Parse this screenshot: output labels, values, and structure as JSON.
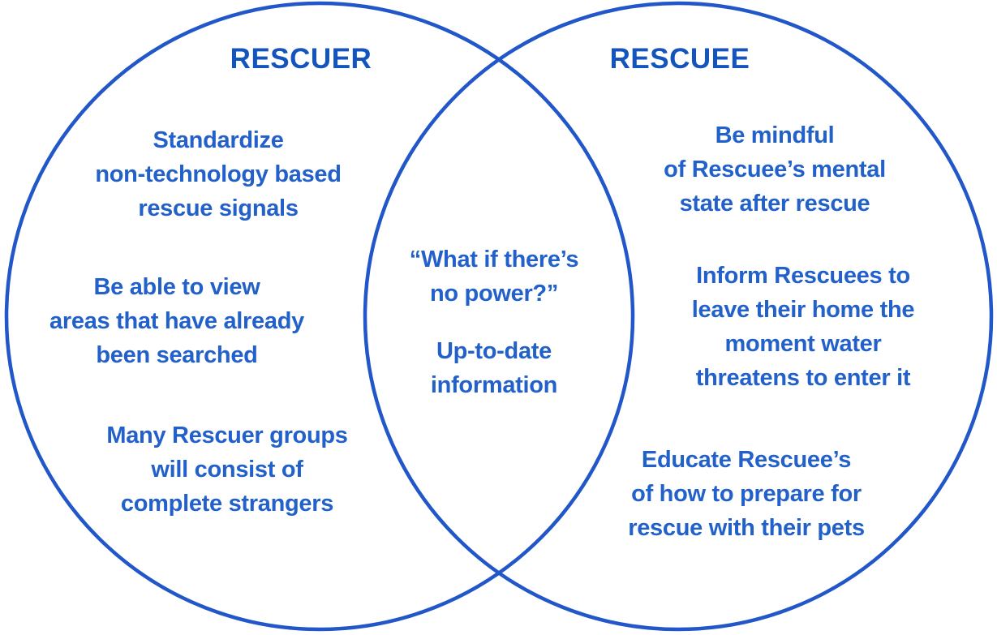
{
  "colors": {
    "background": "#ffffff",
    "stroke": "#2157c8",
    "title": "#1454bd",
    "body": "#2260ca"
  },
  "venn": {
    "left": {
      "title": "RESCUER",
      "items": [
        {
          "lines": [
            "Standardize",
            "non-technology based",
            "rescue signals"
          ]
        },
        {
          "lines": [
            "Be able to view",
            "areas that have already",
            "been searched"
          ]
        },
        {
          "lines": [
            "Many Rescuer groups",
            "will consist of",
            "complete strangers"
          ]
        }
      ]
    },
    "overlap": {
      "items": [
        {
          "lines": [
            "“What if there’s",
            "no power?”"
          ]
        },
        {
          "lines": [
            "Up-to-date",
            "information"
          ]
        }
      ]
    },
    "right": {
      "title": "RESCUEE",
      "items": [
        {
          "lines": [
            "Be mindful",
            "of Rescuee’s mental",
            "state after rescue"
          ]
        },
        {
          "lines": [
            "Inform Rescuees to",
            "leave their home the",
            "moment water",
            "threatens to enter it"
          ]
        },
        {
          "lines": [
            "Educate Rescuee’s",
            "of how to prepare for",
            "rescue with their pets"
          ]
        }
      ]
    }
  }
}
